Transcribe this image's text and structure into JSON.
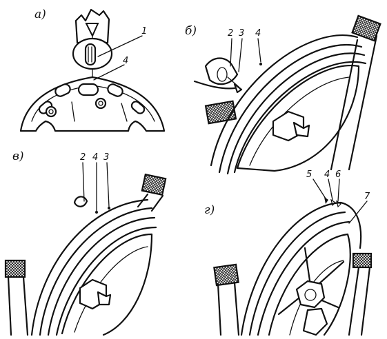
{
  "panels": {
    "a": {
      "label": "а)",
      "callouts": [
        "1",
        "4"
      ]
    },
    "b": {
      "label": "б)",
      "callouts": [
        "2",
        "3",
        "4"
      ]
    },
    "v": {
      "label": "в)",
      "callouts": [
        "2",
        "4",
        "3"
      ]
    },
    "g": {
      "label": "г)",
      "callouts": [
        "5",
        "4",
        "6",
        "7"
      ]
    }
  }
}
